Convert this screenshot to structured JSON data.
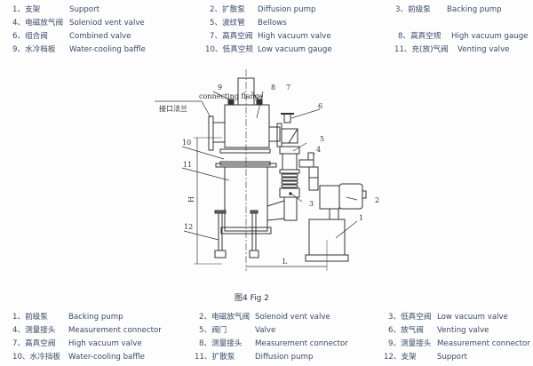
{
  "top_legend": [
    {
      "n": "1、",
      "zh": "支架",
      "en": "Support"
    },
    {
      "n": "2、",
      "zh": "扩散泵",
      "en": "Diffusion pump"
    },
    {
      "n": "3、",
      "zh": "前级泵",
      "en": "Backing pump"
    },
    {
      "n": "4、",
      "zh": "电磁放气阀",
      "en": "Soleniod vent valve"
    },
    {
      "n": "5、",
      "zh": "波纹管",
      "en": "Bellows"
    },
    {
      "n": "6、",
      "zh": "组合阀",
      "en": "Combined valve"
    },
    {
      "n": "7、",
      "zh": "高真空阀",
      "en": "High vacuum valve"
    },
    {
      "n": "8、",
      "zh": "高真空规",
      "en": "High vacuum gauge"
    },
    {
      "n": "9、",
      "zh": "水冷档板",
      "en": "Water-cooling baffle"
    },
    {
      "n": "10、",
      "zh": "低真空规",
      "en": "Low vacuum gauge"
    },
    {
      "n": "11、",
      "zh": "充(放)气阀",
      "en": "Venting valve"
    }
  ],
  "bottom_legend": [
    {
      "n": "1、",
      "zh": "前级泵",
      "en": "Backing pump"
    },
    {
      "n": "2、",
      "zh": "电磁放气阀",
      "en": "Solenoid vent valve"
    },
    {
      "n": "3、",
      "zh": "低真空阀",
      "en": "Low vacuum valve"
    },
    {
      "n": "4、",
      "zh": "测量接头",
      "en": "Measurement connector"
    },
    {
      "n": "5、",
      "zh": "阀门",
      "en": "Valve"
    },
    {
      "n": "6、",
      "zh": "放气阀",
      "en": "Venting valve"
    },
    {
      "n": "7、",
      "zh": "高真空阀",
      "en": "High vacuum valve"
    },
    {
      "n": "8、",
      "zh": "测量接头",
      "en": "Measurement connector"
    },
    {
      "n": "9、",
      "zh": "测量接头",
      "en": "Measurement connector"
    },
    {
      "n": "10、",
      "zh": "水冷挡板",
      "en": "Water-cooling baffle"
    },
    {
      "n": "11、",
      "zh": "扩散泵",
      "en": "Diffusion pump"
    },
    {
      "n": "12、",
      "zh": "支架",
      "en": "Support"
    }
  ],
  "diagram": {
    "flange_en": "connecting flange",
    "flange_zh": "接口法兰",
    "callouts": [
      "1",
      "2",
      "3",
      "4",
      "5",
      "6",
      "7",
      "8",
      "9",
      "10",
      "11",
      "12"
    ],
    "dim_h": "H",
    "dim_l": "L"
  },
  "caption": "图4  Fig 2"
}
